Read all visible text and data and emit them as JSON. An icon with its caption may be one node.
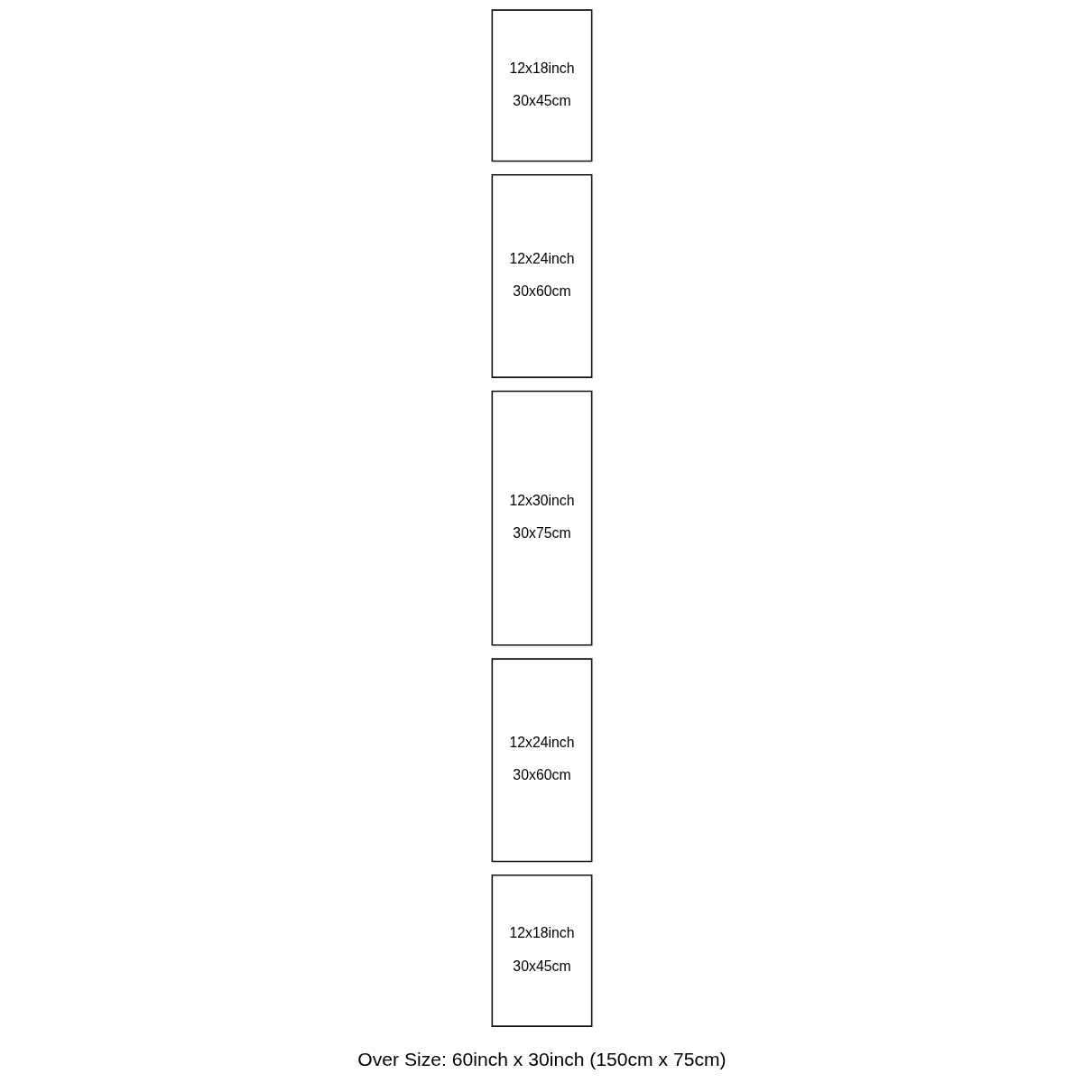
{
  "diagram": {
    "caption": "Over Size: 60inch x 30inch (150cm x 75cm)",
    "nodes": [
      {
        "text": [
          "12x18inch",
          "30x45cm"
        ]
      },
      {
        "text": [
          "12x24inch",
          "30x60cm"
        ]
      },
      {
        "text": [
          "12x30inch",
          "30x75cm"
        ]
      },
      {
        "text": [
          "12x24inch",
          "30x60cm"
        ]
      },
      {
        "text": [
          "12x18inch",
          "30x45cm"
        ]
      }
    ]
  }
}
